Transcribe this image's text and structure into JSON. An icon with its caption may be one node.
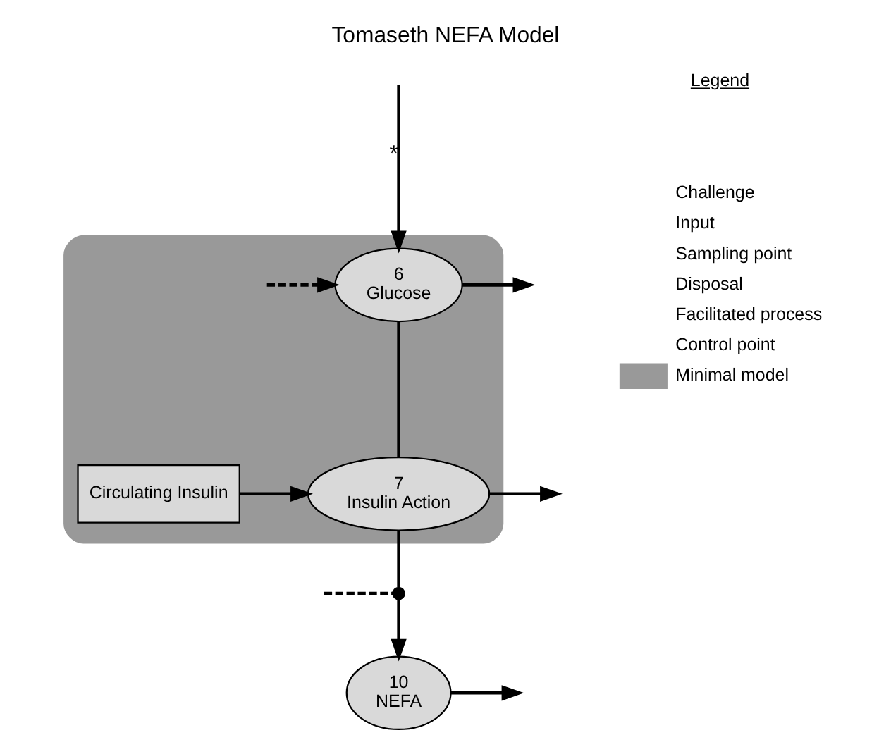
{
  "diagram": {
    "title": "Tomaseth NEFA Model",
    "nodes": [
      {
        "text": [],
        "shape": "box"
      },
      {
        "text": [
          "6",
          "Glucose"
        ],
        "in": 0
      },
      {
        "text": [
          "Circulating Insulin"
        ],
        "in": 0
      },
      {
        "text": [
          "7",
          "Insulin Action"
        ],
        "in": 0
      },
      {
        "text": [],
        "shape": "circle"
      },
      {
        "text": [
          "10",
          "NEFA"
        ]
      }
    ],
    "edges": [
      {
        "from": null,
        "to": 1,
        "arrow": "to",
        "label": "*"
      },
      {
        "from": null,
        "to": 1,
        "arrow": "to",
        "style": "dashed"
      },
      {
        "from": 1,
        "to": null,
        "arrow": "to"
      },
      {
        "from": 1,
        "to": 3,
        "arrow": "none"
      },
      {
        "from": 2,
        "to": 3,
        "arrow": "to"
      },
      {
        "from": 3,
        "to": null,
        "arrow": "to"
      },
      {
        "from": 3,
        "to": 4,
        "arrow": "none"
      },
      {
        "from": null,
        "to": 4,
        "arrow": "none",
        "style": "dashed"
      },
      {
        "from": 4,
        "to": 5,
        "arrow": "to"
      },
      {
        "from": 5,
        "to": null,
        "arrow": "to"
      }
    ],
    "labels": [
      "Legend"
    ],
    "legend": [
      {
        "text": "Challenge"
      },
      {
        "text": "Input"
      },
      {
        "text": "Sampling point"
      },
      {
        "text": "Disposal"
      },
      {
        "text": "Facilitated process"
      },
      {
        "text": "Control point"
      },
      {
        "text": "Minimal model",
        "color": "#999999"
      }
    ]
  }
}
